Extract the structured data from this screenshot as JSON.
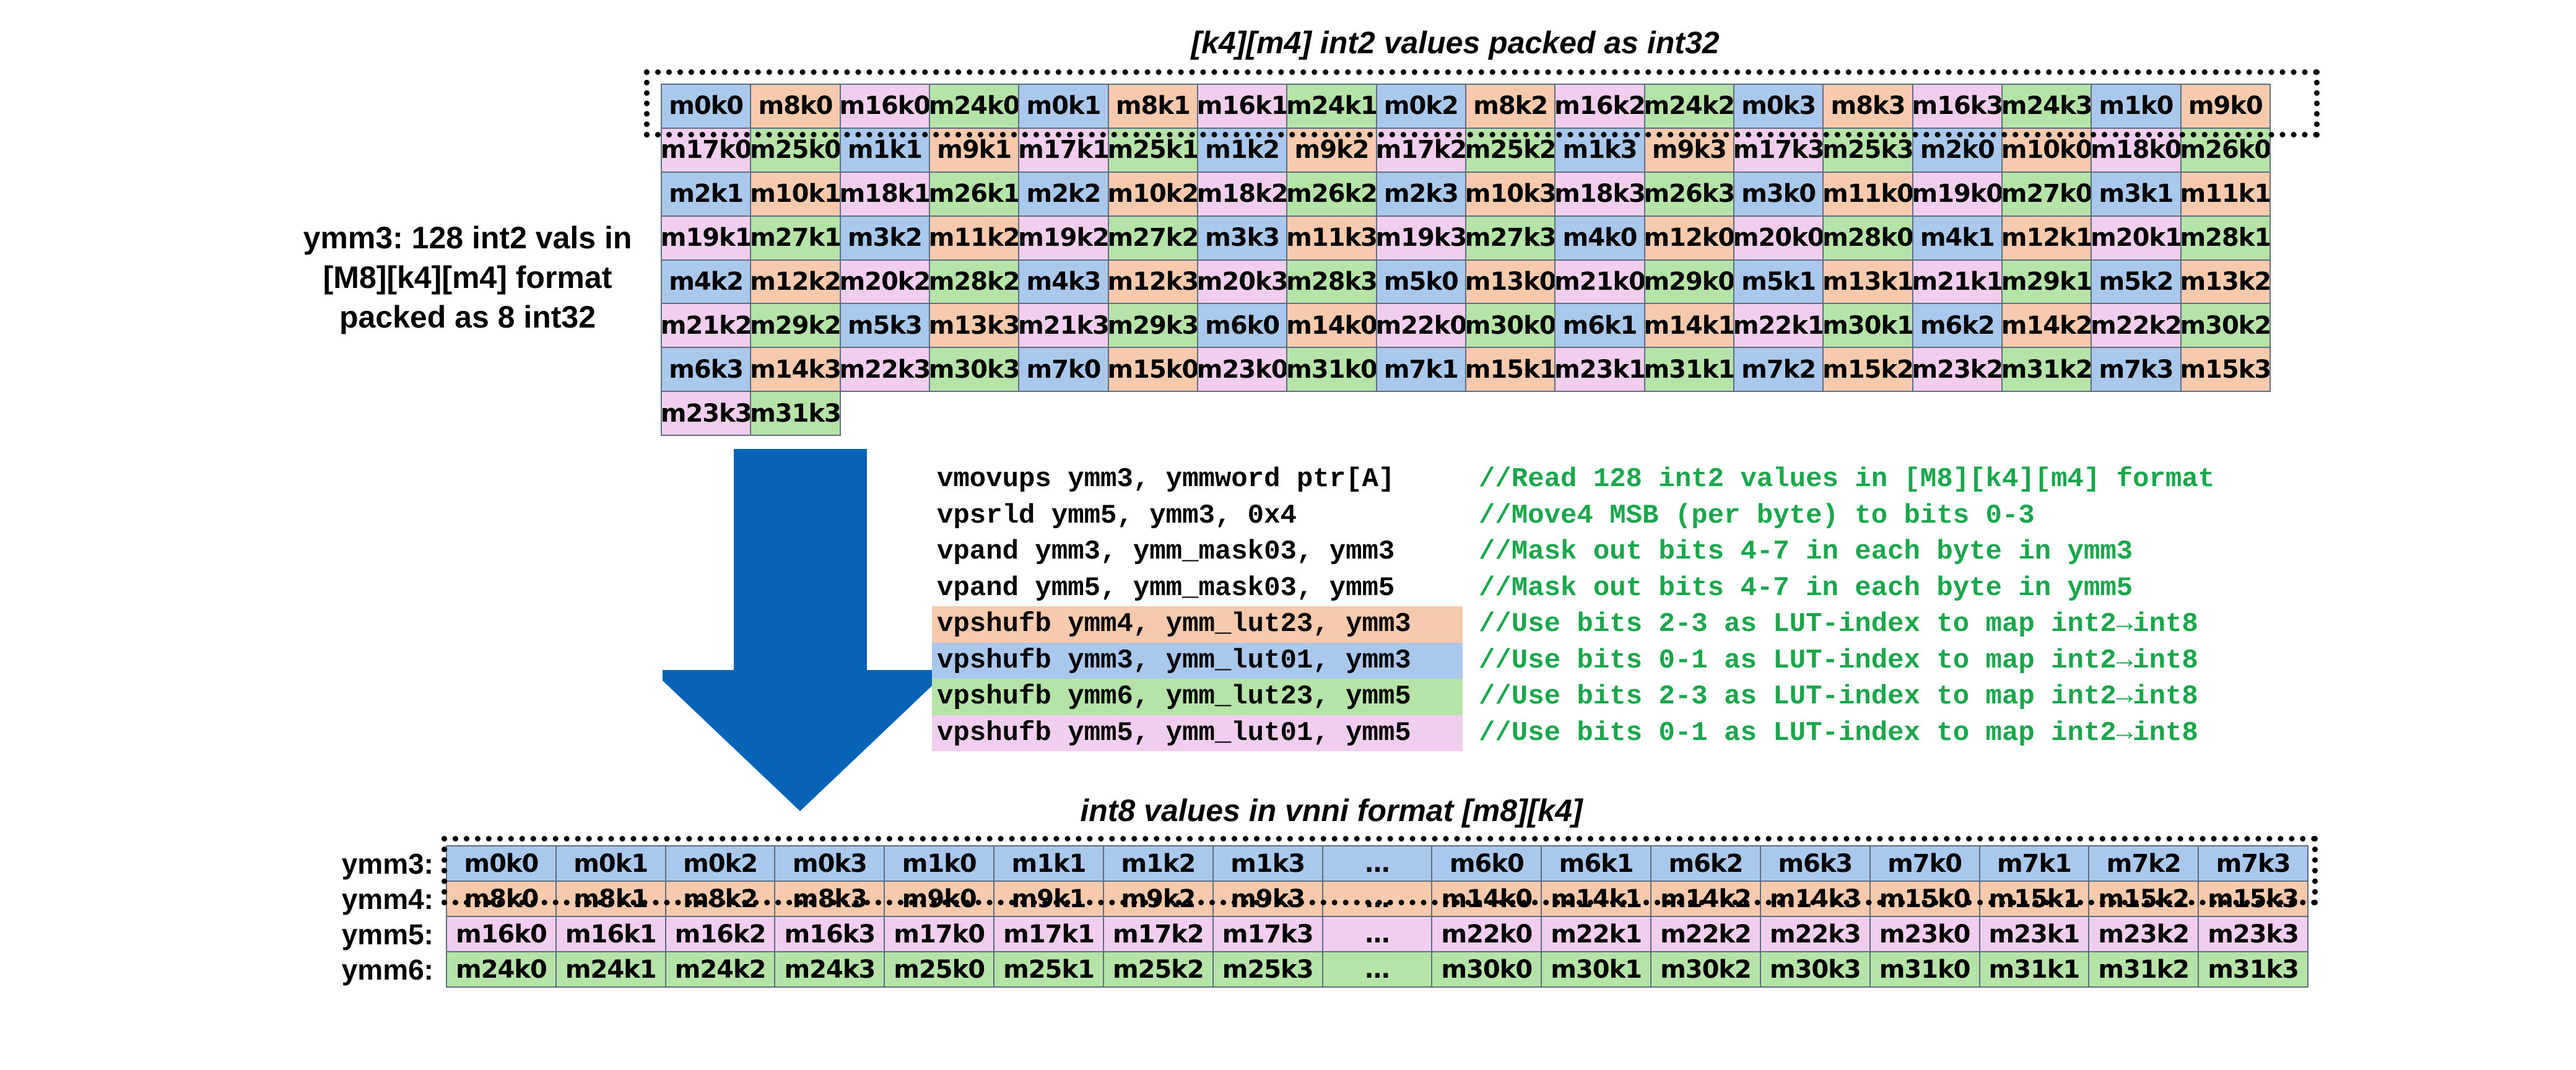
{
  "colors": {
    "blue": "#a9c8ec",
    "orange": "#f7c9ad",
    "pink": "#f1cdee",
    "green": "#b6e3a7",
    "arrow": "#0763b6",
    "comment": "#1aa64a"
  },
  "top": {
    "title": "[k4][m4] int2 values packed as int32",
    "label_lines": [
      "ymm3: 128 int2 vals in",
      "[M8][k4][m4] format",
      "packed as 8 int32"
    ],
    "rows": [
      [
        "m0k0",
        "m8k0",
        "m16k0",
        "m24k0",
        "m0k1",
        "m8k1",
        "m16k1",
        "m24k1",
        "m0k2",
        "m8k2",
        "m16k2",
        "m24k2",
        "m0k3",
        "m8k3",
        "m16k3",
        "m24k3"
      ],
      [
        "m1k0",
        "m9k0",
        "m17k0",
        "m25k0",
        "m1k1",
        "m9k1",
        "m17k1",
        "m25k1",
        "m1k2",
        "m9k2",
        "m17k2",
        "m25k2",
        "m1k3",
        "m9k3",
        "m17k3",
        "m25k3"
      ],
      [
        "m2k0",
        "m10k0",
        "m18k0",
        "m26k0",
        "m2k1",
        "m10k1",
        "m18k1",
        "m26k1",
        "m2k2",
        "m10k2",
        "m18k2",
        "m26k2",
        "m2k3",
        "m10k3",
        "m18k3",
        "m26k3"
      ],
      [
        "m3k0",
        "m11k0",
        "m19k0",
        "m27k0",
        "m3k1",
        "m11k1",
        "m19k1",
        "m27k1",
        "m3k2",
        "m11k2",
        "m19k2",
        "m27k2",
        "m3k3",
        "m11k3",
        "m19k3",
        "m27k3"
      ],
      [
        "m4k0",
        "m12k0",
        "m20k0",
        "m28k0",
        "m4k1",
        "m12k1",
        "m20k1",
        "m28k1",
        "m4k2",
        "m12k2",
        "m20k2",
        "m28k2",
        "m4k3",
        "m12k3",
        "m20k3",
        "m28k3"
      ],
      [
        "m5k0",
        "m13k0",
        "m21k0",
        "m29k0",
        "m5k1",
        "m13k1",
        "m21k1",
        "m29k1",
        "m5k2",
        "m13k2",
        "m21k2",
        "m29k2",
        "m5k3",
        "m13k3",
        "m21k3",
        "m29k3"
      ],
      [
        "m6k0",
        "m14k0",
        "m22k0",
        "m30k0",
        "m6k1",
        "m14k1",
        "m22k1",
        "m30k1",
        "m6k2",
        "m14k2",
        "m22k2",
        "m30k2",
        "m6k3",
        "m14k3",
        "m22k3",
        "m30k3"
      ],
      [
        "m7k0",
        "m15k0",
        "m23k0",
        "m31k0",
        "m7k1",
        "m15k1",
        "m23k1",
        "m31k1",
        "m7k2",
        "m15k2",
        "m23k2",
        "m31k2",
        "m7k3",
        "m15k3",
        "m23k3",
        "m31k3"
      ]
    ],
    "col_colors": [
      "blue",
      "orange",
      "pink",
      "green",
      "blue",
      "orange",
      "pink",
      "green",
      "blue",
      "orange",
      "pink",
      "green",
      "blue",
      "orange",
      "pink",
      "green"
    ]
  },
  "code": [
    {
      "instr": "vmovups ymm3, ymmword ptr[A]",
      "comment": "//Read 128 int2 values in [M8][k4][m4] format",
      "bg": ""
    },
    {
      "instr": "vpsrld ymm5, ymm3, 0x4",
      "comment": "//Move4 MSB (per byte) to bits 0-3",
      "bg": ""
    },
    {
      "instr": "vpand ymm3, ymm_mask03, ymm3",
      "comment": "//Mask out bits 4-7 in each byte in ymm3",
      "bg": ""
    },
    {
      "instr": "vpand ymm5, ymm_mask03, ymm5",
      "comment": "//Mask out bits 4-7 in each byte in ymm5",
      "bg": ""
    },
    {
      "instr": "vpshufb ymm4, ymm_lut23, ymm3",
      "comment": "//Use bits 2-3 as LUT-index to map int2→int8",
      "bg": "orange"
    },
    {
      "instr": "vpshufb ymm3, ymm_lut01, ymm3",
      "comment": "//Use bits 0-1 as LUT-index to map int2→int8",
      "bg": "blue"
    },
    {
      "instr": "vpshufb ymm6, ymm_lut23, ymm5",
      "comment": "//Use bits 2-3 as LUT-index to map int2→int8",
      "bg": "green"
    },
    {
      "instr": "vpshufb ymm5, ymm_lut01, ymm5",
      "comment": "//Use bits 0-1 as LUT-index to map int2→int8",
      "bg": "pink"
    }
  ],
  "bottom": {
    "title": "int8 values in vnni format [m8][k4]",
    "registers": [
      {
        "label": "ymm3:",
        "color": "blue",
        "cells": [
          "m0k0",
          "m0k1",
          "m0k2",
          "m0k3",
          "m1k0",
          "m1k1",
          "m1k2",
          "m1k3",
          "…",
          "m6k0",
          "m6k1",
          "m6k2",
          "m6k3",
          "m7k0",
          "m7k1",
          "m7k2",
          "m7k3"
        ]
      },
      {
        "label": "ymm4:",
        "color": "orange",
        "cells": [
          "m8k0",
          "m8k1",
          "m8k2",
          "m8k3",
          "m9k0",
          "m9k1",
          "m9k2",
          "m9k3",
          "…",
          "m14k0",
          "m14k1",
          "m14k2",
          "m14k3",
          "m15k0",
          "m15k1",
          "m15k2",
          "m15k3"
        ]
      },
      {
        "label": "ymm5:",
        "color": "pink",
        "cells": [
          "m16k0",
          "m16k1",
          "m16k2",
          "m16k3",
          "m17k0",
          "m17k1",
          "m17k2",
          "m17k3",
          "…",
          "m22k0",
          "m22k1",
          "m22k2",
          "m22k3",
          "m23k0",
          "m23k1",
          "m23k2",
          "m23k3"
        ]
      },
      {
        "label": "ymm6:",
        "color": "green",
        "cells": [
          "m24k0",
          "m24k1",
          "m24k2",
          "m24k3",
          "m25k0",
          "m25k1",
          "m25k2",
          "m25k3",
          "…",
          "m30k0",
          "m30k1",
          "m30k2",
          "m30k3",
          "m31k0",
          "m31k1",
          "m31k2",
          "m31k3"
        ]
      }
    ]
  }
}
